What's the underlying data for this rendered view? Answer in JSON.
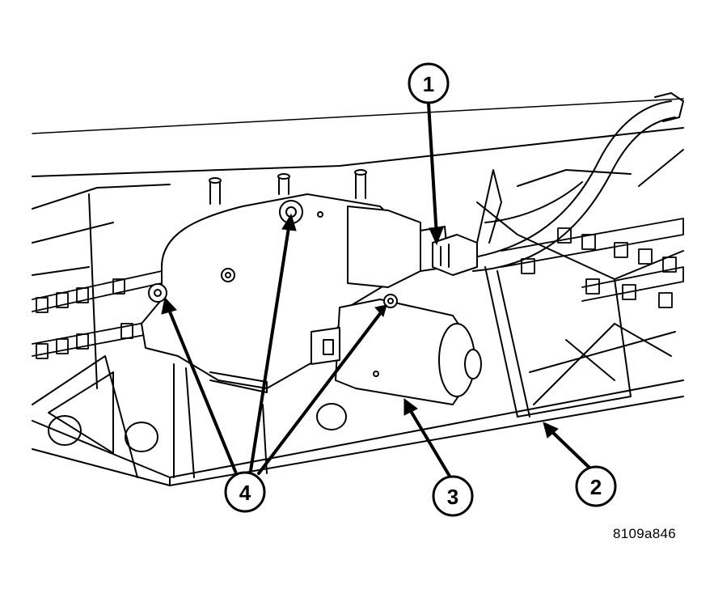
{
  "figure": {
    "id": "8109a846"
  },
  "callouts": [
    {
      "number": "1"
    },
    {
      "number": "2"
    },
    {
      "number": "3"
    },
    {
      "number": "4"
    }
  ]
}
